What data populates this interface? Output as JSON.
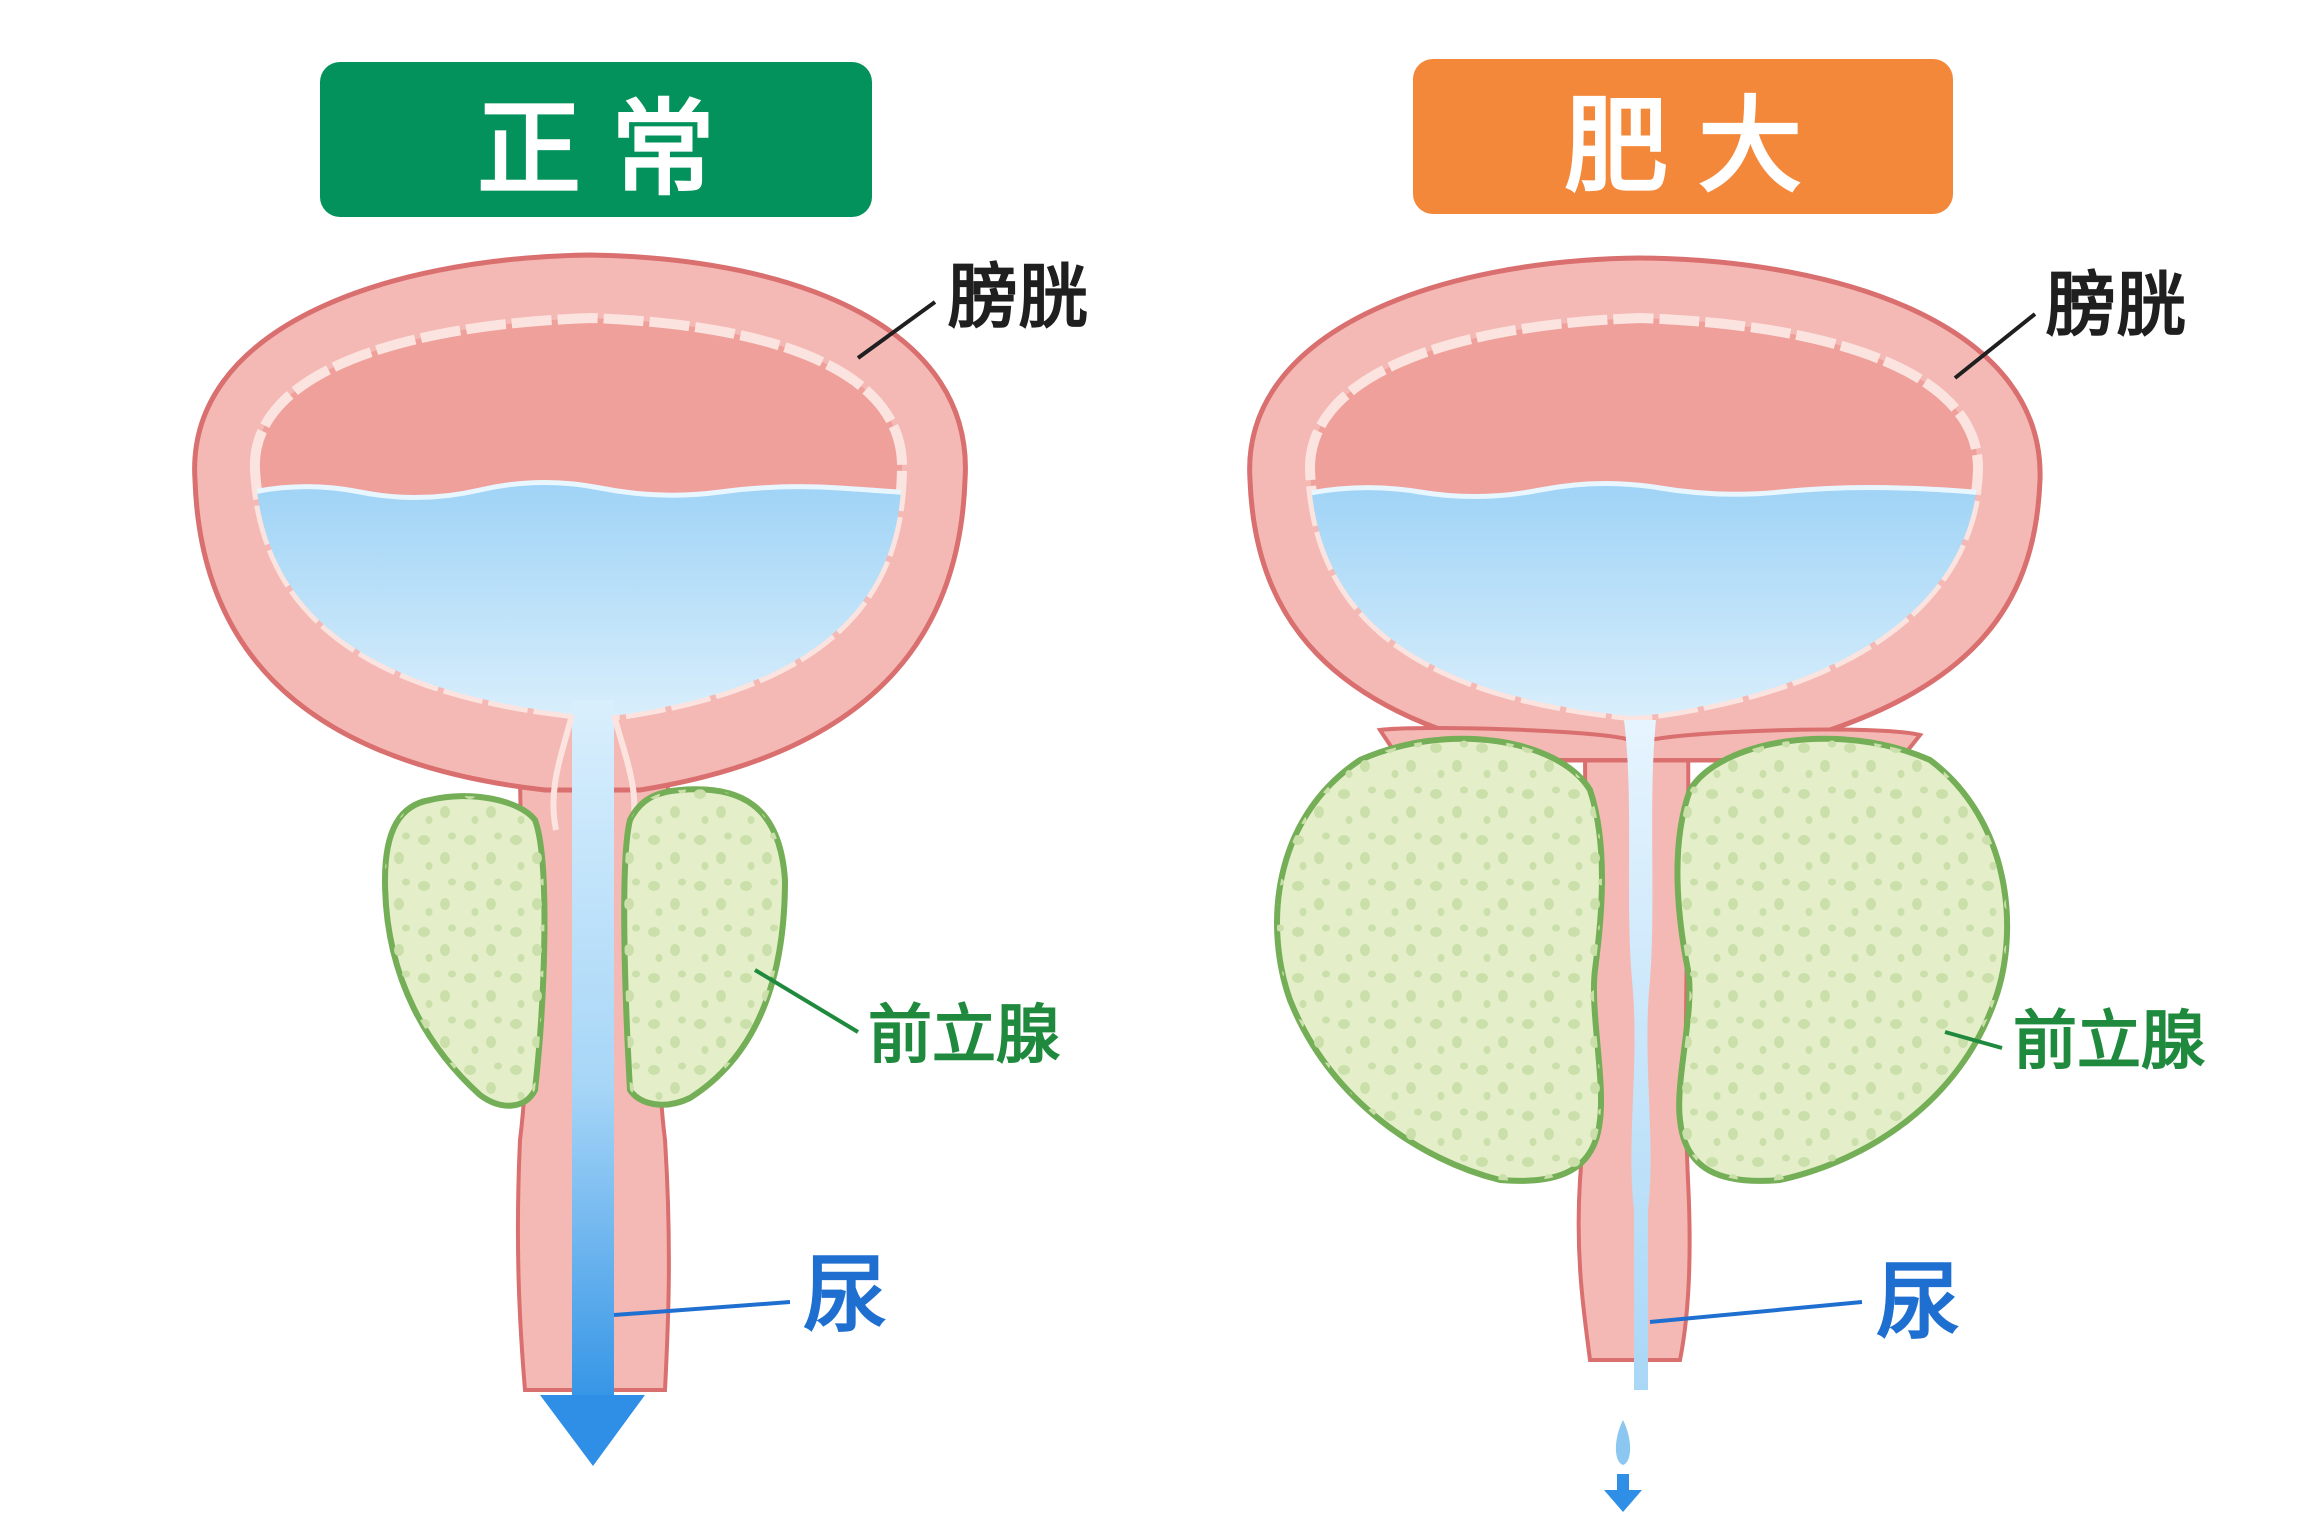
{
  "panels": [
    {
      "id": "normal",
      "title": "正常",
      "labels": {
        "bladder": "膀胱",
        "prostate": "前立腺",
        "urine": "尿"
      }
    },
    {
      "id": "enlarged",
      "title": "肥大",
      "labels": {
        "bladder": "膀胱",
        "prostate": "前立腺",
        "urine": "尿"
      }
    }
  ],
  "colors": {
    "normal_banner": "#03925b",
    "enlarged_banner": "#f4883a",
    "bladder_wall": "#f5b9b5",
    "bladder_outline": "#d9706f",
    "bladder_lining": "#f0a09b",
    "urine": "#9fd3f6",
    "urine_arrow": "#2f8fe6",
    "prostate_fill": "#e4efc9",
    "prostate_outline": "#74ae56",
    "prostate_dots": "#cadfa9",
    "label_dark": "#1f1f1f",
    "label_green": "#1f8a3e",
    "label_blue": "#1f6fd1"
  },
  "icons": [
    "down-arrow-icon",
    "urine-drop-icon"
  ]
}
